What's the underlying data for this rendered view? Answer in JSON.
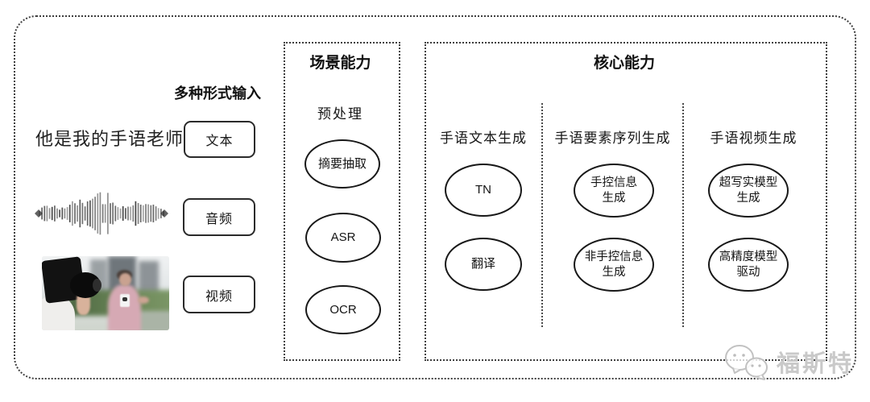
{
  "colors": {
    "border": "#3f3f3f",
    "node_stroke": "#181818",
    "watermark": "#c9c9c9",
    "waveform": "#3c3c3c"
  },
  "input_section": {
    "title": "多种形式输入",
    "sample_text": "他是我的手语老师",
    "items": [
      {
        "label": "文本"
      },
      {
        "label": "音频"
      },
      {
        "label": "视频"
      }
    ]
  },
  "scene_box": {
    "title": "场景能力",
    "subtitle": "预处理",
    "nodes": [
      {
        "label": "摘要抽取"
      },
      {
        "label": "ASR"
      },
      {
        "label": "OCR"
      }
    ]
  },
  "core_box": {
    "title": "核心能力",
    "columns": [
      {
        "header": "手语文本生成",
        "nodes": [
          {
            "label": "TN"
          },
          {
            "label": "翻译"
          }
        ]
      },
      {
        "header": "手语要素序列生成",
        "nodes": [
          {
            "label": "手控信息\n生成"
          },
          {
            "label": "非手控信息\n生成"
          }
        ]
      },
      {
        "header": "手语视频生成",
        "nodes": [
          {
            "label": "超写实模型\n生成"
          },
          {
            "label": "高精度模型\n驱动"
          }
        ]
      }
    ]
  },
  "watermark": {
    "icon": "wechat-icon",
    "text": "福斯特"
  }
}
